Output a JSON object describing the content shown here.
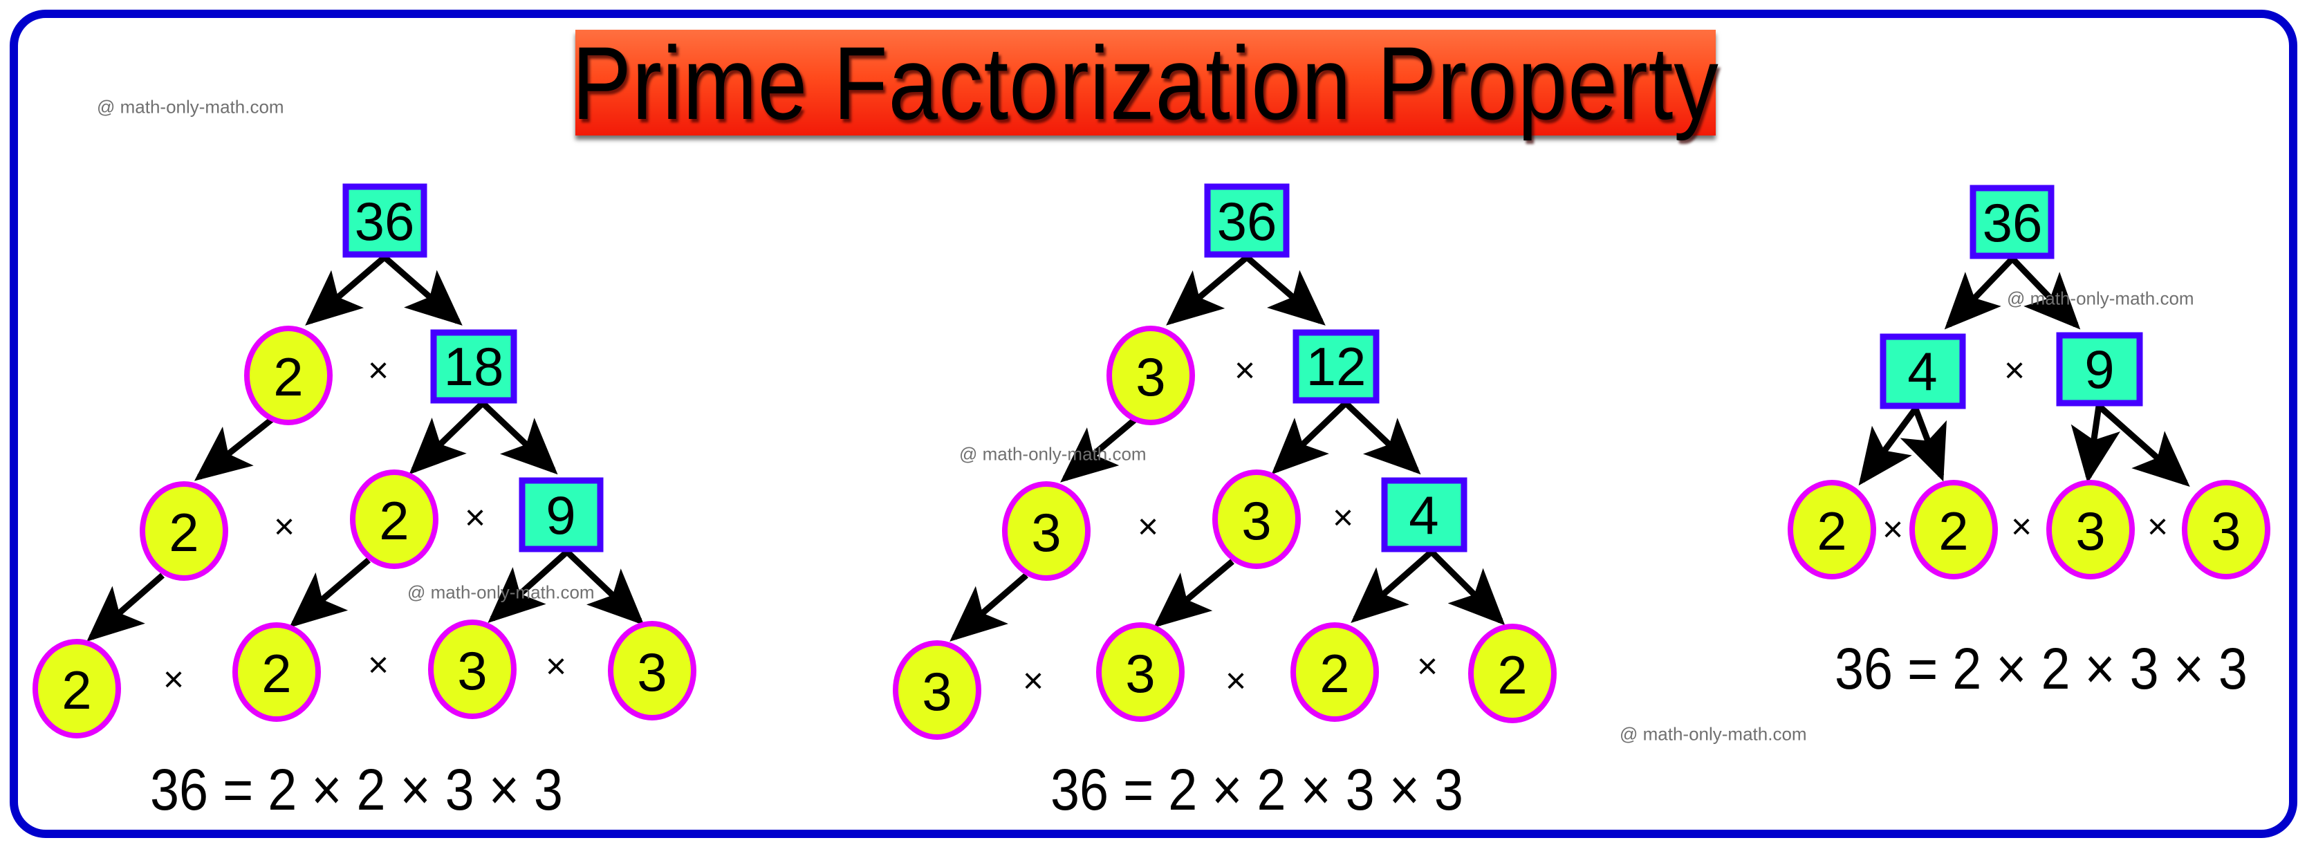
{
  "title": "Prime Factorization Property",
  "watermark": "@ math-only-math.com",
  "colors": {
    "frame": "#0000CC",
    "composite_fill": "#2DFFB9",
    "composite_border": "#4400FF",
    "prime_fill": "#E6FF1A",
    "prime_border": "#E600FF",
    "title_gradient_top": "#FF7040",
    "title_gradient_bottom": "#F21A08",
    "watermark": "#707070"
  },
  "trees": [
    {
      "root": "36",
      "levels": [
        [
          "2",
          "×",
          "18"
        ],
        [
          "2",
          "×",
          "2",
          "×",
          "9"
        ],
        [
          "2",
          "×",
          "2",
          "×",
          "3",
          "×",
          "3"
        ]
      ],
      "equation": "36 = 2 × 2 × 3 × 3"
    },
    {
      "root": "36",
      "levels": [
        [
          "3",
          "×",
          "12"
        ],
        [
          "3",
          "×",
          "3",
          "×",
          "4"
        ],
        [
          "3",
          "×",
          "3",
          "×",
          "2",
          "×",
          "2"
        ]
      ],
      "equation": "36 = 2 × 2 × 3 × 3"
    },
    {
      "root": "36",
      "levels": [
        [
          "4",
          "×",
          "9"
        ],
        [
          "2",
          "×",
          "2",
          "×",
          "3",
          "×",
          "3"
        ]
      ],
      "equation": "36 = 2 × 2 × 3 × 3"
    }
  ],
  "nodes": {
    "t1_root": "36",
    "t1_a": "2",
    "t1_b": "18",
    "t1_c": "2",
    "t1_d": "2",
    "t1_e": "9",
    "t1_f": "2",
    "t1_g": "2",
    "t1_h": "3",
    "t1_i": "3",
    "t2_root": "36",
    "t2_a": "3",
    "t2_b": "12",
    "t2_c": "3",
    "t2_d": "3",
    "t2_e": "4",
    "t2_f": "3",
    "t2_g": "3",
    "t2_h": "2",
    "t2_i": "2",
    "t3_root": "36",
    "t3_a": "4",
    "t3_b": "9",
    "t3_c": "2",
    "t3_d": "2",
    "t3_e": "3",
    "t3_f": "3",
    "times": "×"
  }
}
